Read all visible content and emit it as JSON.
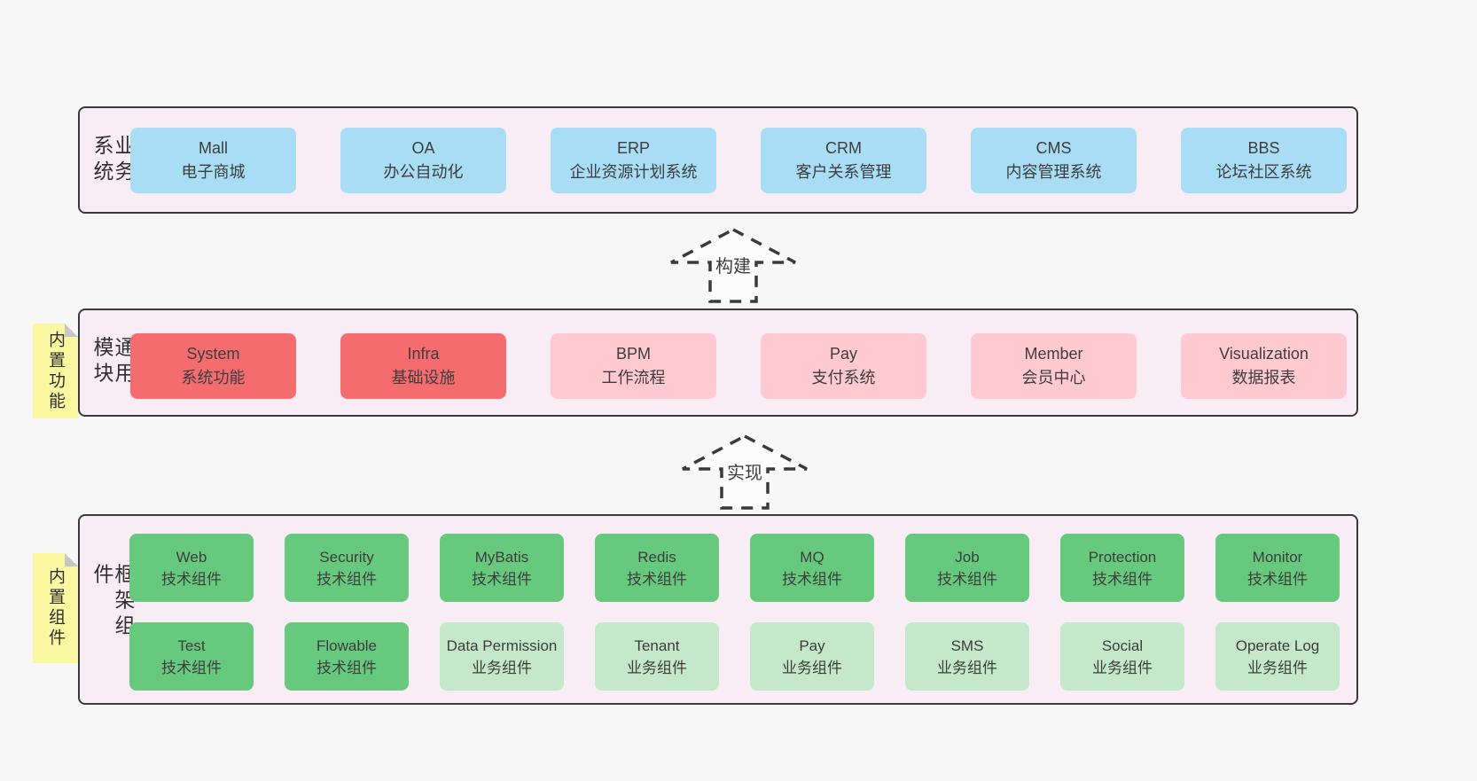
{
  "colors": {
    "page_bg": "#f7f7f7",
    "band_bg": "#f8ecf5",
    "band_border": "#3a3a3a",
    "blue_box": "#a9dcf5",
    "red_box": "#f56c6f",
    "pink_box": "#ffc9d2",
    "green_dark_box": "#67c97e",
    "green_light_box": "#c4e8c9",
    "note_yellow": "#f9f8a0"
  },
  "arrows": [
    {
      "label": "构建"
    },
    {
      "label": "实现"
    }
  ],
  "bands": {
    "business": {
      "label": "业务系统",
      "boxes": [
        {
          "title": "Mall",
          "subtitle": "电子商城"
        },
        {
          "title": "OA",
          "subtitle": "办公自动化"
        },
        {
          "title": "ERP",
          "subtitle": "企业资源计划系统"
        },
        {
          "title": "CRM",
          "subtitle": "客户关系管理"
        },
        {
          "title": "CMS",
          "subtitle": "内容管理系统"
        },
        {
          "title": "BBS",
          "subtitle": "论坛社区系统"
        }
      ]
    },
    "modules": {
      "label": "通用模块",
      "note": "内置功能",
      "boxes": [
        {
          "title": "System",
          "subtitle": "系统功能",
          "color": "red"
        },
        {
          "title": "Infra",
          "subtitle": "基础设施",
          "color": "red"
        },
        {
          "title": "BPM",
          "subtitle": "工作流程",
          "color": "pink"
        },
        {
          "title": "Pay",
          "subtitle": "支付系统",
          "color": "pink"
        },
        {
          "title": "Member",
          "subtitle": "会员中心",
          "color": "pink"
        },
        {
          "title": "Visualization",
          "subtitle": "数据报表",
          "color": "pink"
        }
      ]
    },
    "components": {
      "label": "框架组件",
      "note": "内置组件",
      "row1": [
        {
          "title": "Web",
          "subtitle": "技术组件"
        },
        {
          "title": "Security",
          "subtitle": "技术组件"
        },
        {
          "title": "MyBatis",
          "subtitle": "技术组件"
        },
        {
          "title": "Redis",
          "subtitle": "技术组件"
        },
        {
          "title": "MQ",
          "subtitle": "技术组件"
        },
        {
          "title": "Job",
          "subtitle": "技术组件"
        },
        {
          "title": "Protection",
          "subtitle": "技术组件"
        },
        {
          "title": "Monitor",
          "subtitle": "技术组件"
        }
      ],
      "row2": [
        {
          "title": "Test",
          "subtitle": "技术组件",
          "color": "green-dark"
        },
        {
          "title": "Flowable",
          "subtitle": "技术组件",
          "color": "green-dark"
        },
        {
          "title": "Data Permission",
          "subtitle": "业务组件",
          "color": "green-light"
        },
        {
          "title": "Tenant",
          "subtitle": "业务组件",
          "color": "green-light"
        },
        {
          "title": "Pay",
          "subtitle": "业务组件",
          "color": "green-light"
        },
        {
          "title": "SMS",
          "subtitle": "业务组件",
          "color": "green-light"
        },
        {
          "title": "Social",
          "subtitle": "业务组件",
          "color": "green-light"
        },
        {
          "title": "Operate Log",
          "subtitle": "业务组件",
          "color": "green-light"
        }
      ]
    }
  }
}
